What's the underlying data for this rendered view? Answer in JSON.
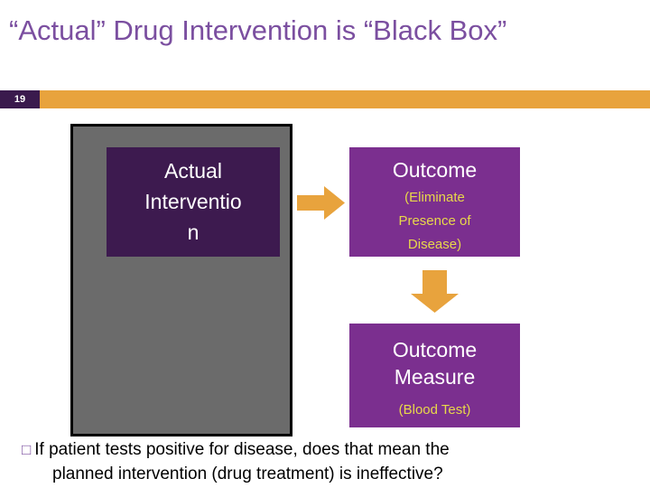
{
  "slide": {
    "title": "“Actual” Drug Intervention is “Black Box”",
    "number": "19",
    "colors": {
      "title_purple": "#7b4fa0",
      "accent_orange": "#e8a33d",
      "box_purple": "#7b2f8f",
      "box_dark_purple": "#3d1a4f",
      "grey_box": "#6b6b6b",
      "sub_yellow": "#e8d84a"
    },
    "diagram": {
      "black_box_label": "",
      "intervention_box": {
        "line1": "Actual",
        "line2": "Interventio",
        "line3": "n"
      },
      "outcome_box": {
        "header": "Outcome",
        "sub_line1": "(Eliminate",
        "sub_line2": "Presence of",
        "sub_line3": "Disease)"
      },
      "measure_box": {
        "header_line1": "Outcome",
        "header_line2": "Measure",
        "sub": "(Blood Test)"
      },
      "arrows": [
        {
          "name": "arrow-right-icon",
          "direction": "right"
        },
        {
          "name": "arrow-down-icon",
          "direction": "down"
        }
      ]
    },
    "bullet": {
      "marker": "□",
      "line1": "If patient tests positive for disease, does that mean the",
      "line2": "planned intervention (drug treatment) is ineffective?"
    }
  }
}
